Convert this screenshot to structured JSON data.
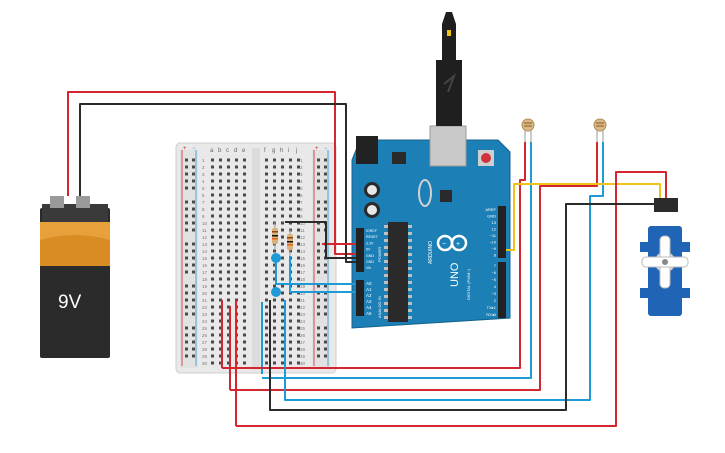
{
  "battery": {
    "voltage_label": "9V"
  },
  "arduino": {
    "brand": "ARDUINO",
    "model": "UNO",
    "power_header_label": "POWER",
    "analog_header_label": "ANALOG IN",
    "digital_header_label": "DIGITAL (PWM~)",
    "power_pins": [
      "IOREF",
      "RESET",
      "3.3V",
      "5V",
      "GND",
      "GND",
      "Vin"
    ],
    "analog_pins": [
      "A0",
      "A1",
      "A2",
      "A3",
      "A4",
      "A5"
    ],
    "digital_top_pins": [
      "AREF",
      "GND",
      "13",
      "12",
      "~11",
      "~10",
      "~9",
      "8"
    ],
    "digital_bottom_pins": [
      "7",
      "~6",
      "~5",
      "4",
      "~3",
      "2",
      "TX▸1",
      "RX◂0"
    ]
  },
  "breadboard": {
    "column_letters_left": [
      "a",
      "b",
      "c",
      "d",
      "e"
    ],
    "column_letters_right": [
      "f",
      "g",
      "h",
      "i",
      "j"
    ],
    "row_numbers": [
      "1",
      "2",
      "3",
      "4",
      "5",
      "6",
      "7",
      "8",
      "9",
      "10",
      "11",
      "12",
      "13",
      "14",
      "15",
      "16",
      "17",
      "18",
      "19",
      "20",
      "21",
      "22",
      "23",
      "24",
      "25",
      "26",
      "27",
      "28",
      "29",
      "30"
    ],
    "rail_plus": "+",
    "rail_minus": "−"
  },
  "wire_colors": {
    "red": "#d4262e",
    "black": "#2b2b2b",
    "blue": "#1e9ad6",
    "yellow": "#f2c21b"
  }
}
